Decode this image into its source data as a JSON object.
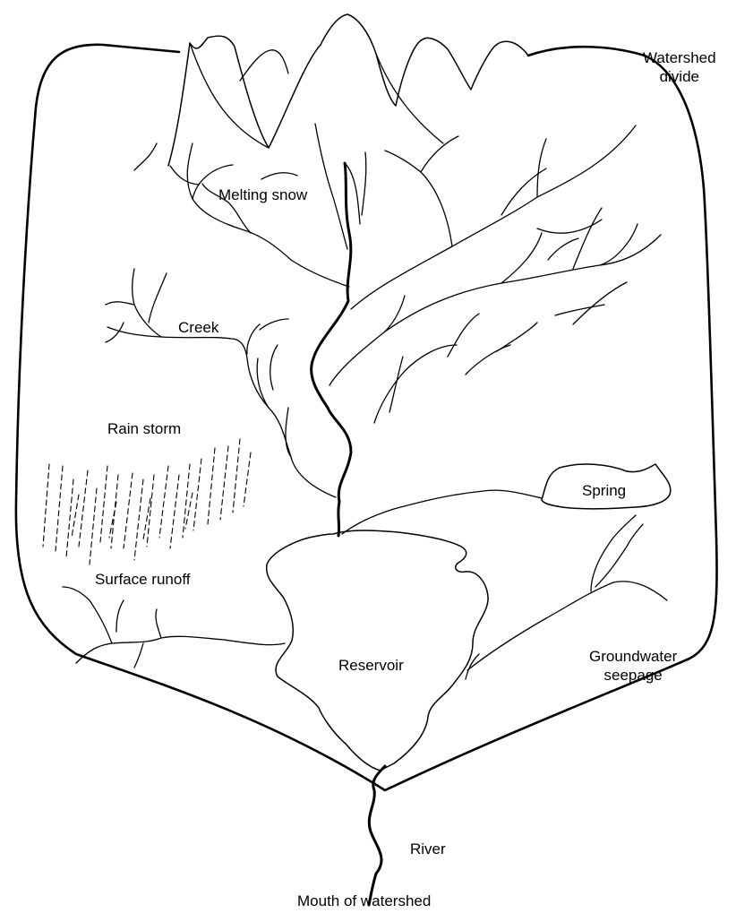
{
  "labels": {
    "watershed_divide": [
      "Watershed",
      "divide"
    ],
    "melting_snow": "Melting snow",
    "creek": "Creek",
    "rain_storm": "Rain storm",
    "surface_runoff": "Surface runoff",
    "spring": "Spring",
    "reservoir": "Reservoir",
    "groundwater_seepage": [
      "Groundwater",
      "seepage"
    ],
    "river": "River",
    "mouth_of_watershed": "Mouth of watershed"
  }
}
